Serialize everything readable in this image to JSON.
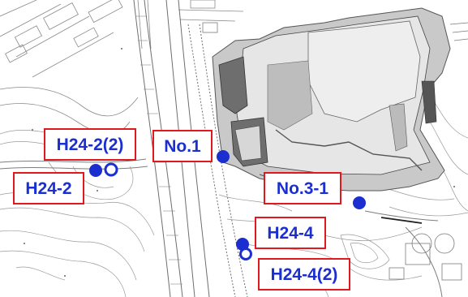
{
  "map": {
    "labels": [
      {
        "id": "h24-2-2",
        "text": "H24-2(2)"
      },
      {
        "id": "no-1",
        "text": "No.1"
      },
      {
        "id": "h24-2",
        "text": "H24-2"
      },
      {
        "id": "no-3-1",
        "text": "No.3-1"
      },
      {
        "id": "h24-4",
        "text": "H24-4"
      },
      {
        "id": "h24-4-2",
        "text": "H24-4(2)"
      }
    ],
    "markers": [
      {
        "id": "h24-2",
        "style": "filled"
      },
      {
        "id": "h24-2-2",
        "style": "open"
      },
      {
        "id": "no-1",
        "style": "filled"
      },
      {
        "id": "no-3-1",
        "style": "filled"
      },
      {
        "id": "h24-4",
        "style": "filled"
      },
      {
        "id": "h24-4-2",
        "style": "open"
      }
    ],
    "colors": {
      "label_text": "#1b2fd0",
      "label_border": "#e0191f",
      "marker": "#1b2fd0",
      "building_dark": "#6e6e6e",
      "building_light": "#c9c9c9",
      "contour": "#9a9a9a"
    }
  }
}
